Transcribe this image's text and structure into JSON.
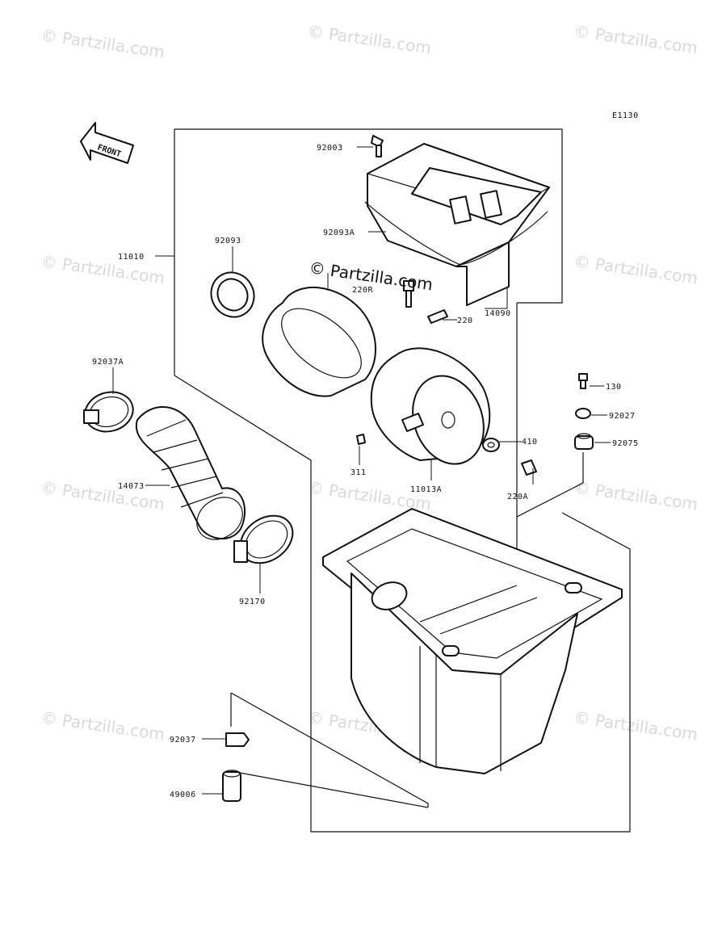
{
  "diagram_code": "E1130",
  "front_label": "FRONT",
  "watermark_text": "© Partzilla.com",
  "parts": {
    "p92003": "92003",
    "p92093A": "92093A",
    "p14090": "14090",
    "p11010": "11010",
    "p92093": "92093",
    "p220R": "220R",
    "p220": "220",
    "p92037A": "92037A",
    "p130": "130",
    "p92027": "92027",
    "p92075": "92075",
    "p410": "410",
    "p311": "311",
    "p11013A": "11013A",
    "p220A": "220A",
    "p14073": "14073",
    "p92170": "92170",
    "p92037": "92037",
    "p49006": "49006"
  }
}
